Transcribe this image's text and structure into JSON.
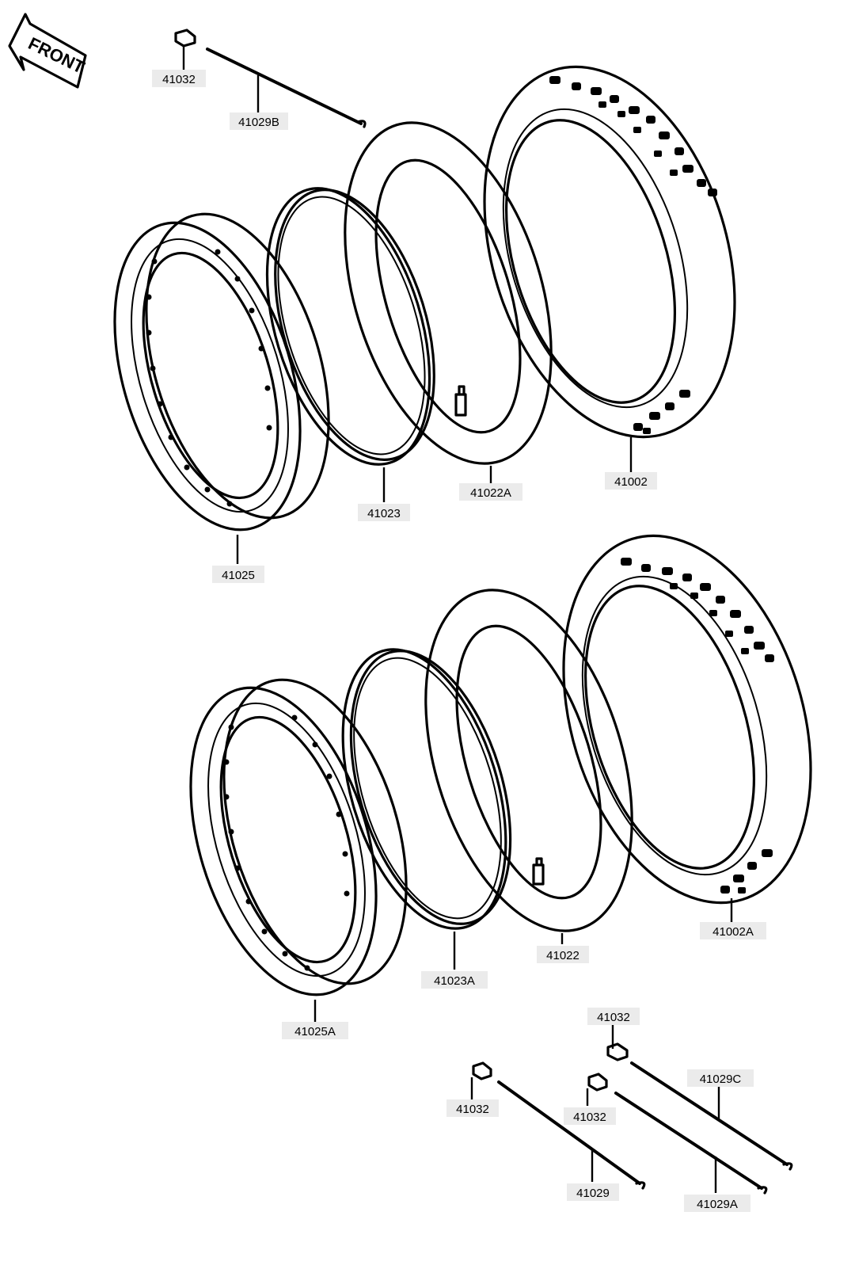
{
  "front_badge": {
    "label": "FRONT",
    "icon": "front-arrow-icon"
  },
  "upper_group": {
    "spoke_nipple": "41032",
    "spoke": "41029B",
    "rim": "41025",
    "rim_band": "41023",
    "tube": "41022A",
    "tire": "41002"
  },
  "lower_group": {
    "rim": "41025A",
    "rim_band": "41023A",
    "tube": "41022",
    "tire": "41002A"
  },
  "spoke_sets": [
    {
      "nipple": "41032",
      "spoke": "41029C"
    },
    {
      "nipple": "41032",
      "spoke": "41029A"
    },
    {
      "nipple": "41032",
      "spoke": "41029"
    }
  ],
  "colors": {
    "line": "#000000",
    "label_bg": "#ebebeb",
    "background": "#ffffff"
  }
}
